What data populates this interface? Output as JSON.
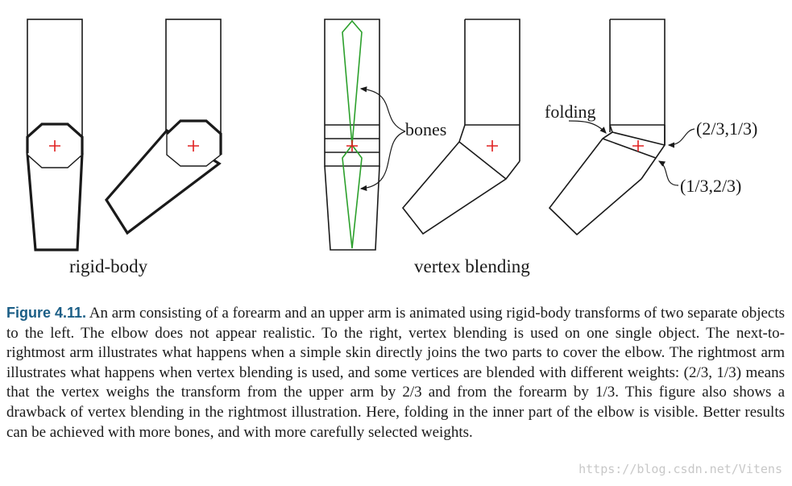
{
  "figure": {
    "labels": {
      "rigid": "rigid-body",
      "vertex": "vertex blending"
    },
    "annotations": {
      "bones": "bones",
      "folding": "folding",
      "weight_upper": "(2/3,1/3)",
      "weight_lower": "(1/3,2/3)"
    },
    "colors": {
      "outline": "#1a1a1a",
      "bone": "#2ca02c",
      "joint_cross": "#e02020"
    }
  },
  "caption": {
    "label": "Figure 4.11.",
    "text": "An arm consisting of a forearm and an upper arm is animated using rigid-body transforms of two separate objects to the left. The elbow does not appear realistic. To the right, vertex blending is used on one single object. The next-to-rightmost arm illustrates what happens when a simple skin directly joins the two parts to cover the elbow. The rightmost arm illustrates what happens when vertex blending is used, and some vertices are blended with different weights: (2/3, 1/3) means that the vertex weighs the transform from the upper arm by 2/3 and from the forearm by 1/3. This figure also shows a drawback of vertex blending in the rightmost illustration. Here, folding in the inner part of the elbow is visible. Better results can be achieved with more bones, and with more carefully selected weights."
  },
  "watermark": "https://blog.csdn.net/Vitens"
}
